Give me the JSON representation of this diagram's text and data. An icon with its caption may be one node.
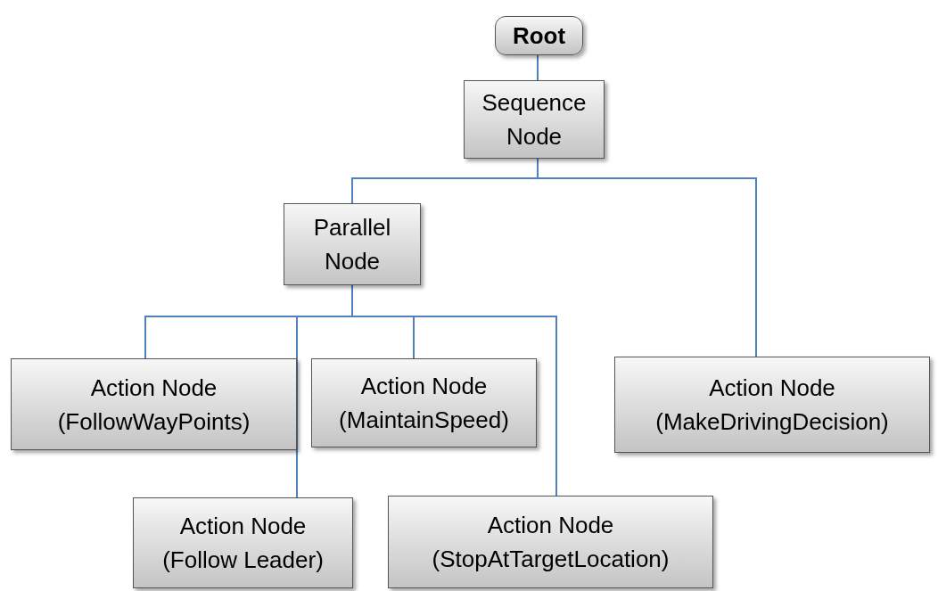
{
  "diagram": {
    "nodes": [
      {
        "text": [
          "Root"
        ]
      },
      {
        "text": [
          "Sequence Node"
        ]
      },
      {
        "text": [
          "Parallel Node"
        ]
      },
      {
        "text": [
          "Action Node",
          "(FollowWayPoints)"
        ]
      },
      {
        "text": [
          "Action Node",
          "(MaintainSpeed)"
        ]
      },
      {
        "text": [
          "Action Node",
          "(MakeDrivingDecision)"
        ]
      },
      {
        "text": [
          "Action Node",
          "(Follow Leader)"
        ]
      },
      {
        "text": [
          "Action Node",
          "(StopAtTargetLocation)"
        ]
      }
    ],
    "edges": [
      {
        "from": 0,
        "to": 1,
        "arrow": "none"
      },
      {
        "from": 1,
        "to": 2,
        "arrow": "none"
      },
      {
        "from": 1,
        "to": 5,
        "arrow": "none"
      },
      {
        "from": 2,
        "to": 3,
        "arrow": "none"
      },
      {
        "from": 2,
        "to": 6,
        "arrow": "none"
      },
      {
        "from": 2,
        "to": 4,
        "arrow": "none"
      },
      {
        "from": 2,
        "to": 7,
        "arrow": "none"
      }
    ]
  }
}
